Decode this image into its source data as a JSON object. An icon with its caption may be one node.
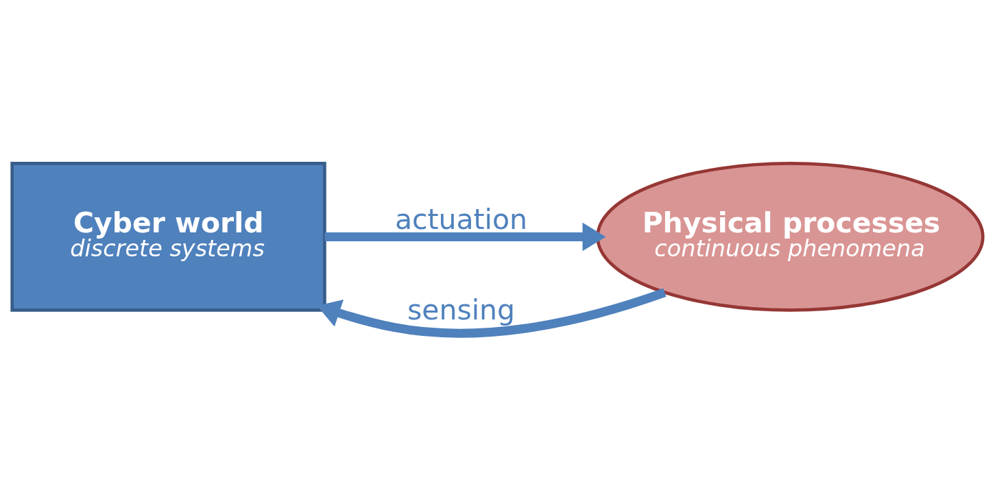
{
  "diagram": {
    "nodes": [
      {
        "text": [
          "Cyber world",
          "discrete systems"
        ]
      },
      {
        "text": [
          "Physical processes",
          "continuous phenomena"
        ]
      }
    ],
    "edges": [
      {
        "from": 1,
        "to": 0,
        "arrow": "to",
        "label": "sensing"
      },
      {
        "from": 0,
        "to": 1,
        "arrow": "to",
        "label": "actuation"
      }
    ]
  }
}
